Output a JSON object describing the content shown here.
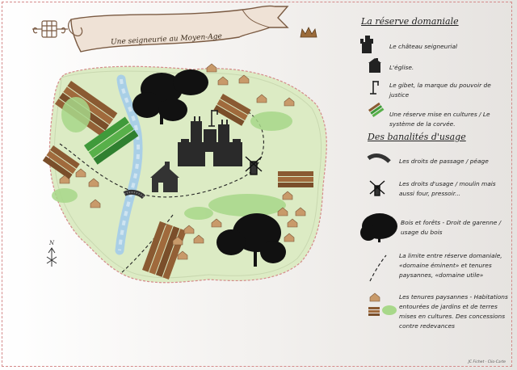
{
  "map": {
    "title": "Une seigneurie au Moyen-Age",
    "north_label": "N",
    "credit": "JC Fichet - Clio-Carte"
  },
  "legend": {
    "section1_title": "La réserve domaniale",
    "section1_items": [
      {
        "icon": "castle-icon",
        "text": "Le château seigneurial"
      },
      {
        "icon": "church-icon",
        "text": "L'église."
      },
      {
        "icon": "gallows-icon",
        "text": "Le gibet, la marque du pouvoir de justice"
      },
      {
        "icon": "reserve-fields-icon",
        "text": "Une réserve mise en cultures / Le système de la corvée."
      }
    ],
    "section2_title": "Des banalités d'usage",
    "section2_items": [
      {
        "icon": "bridge-icon",
        "text": "Les droits de passage / péage"
      },
      {
        "icon": "windmill-icon",
        "text": "Les droits d'usage / moulin mais aussi four, pressoir..."
      },
      {
        "icon": "forest-icon",
        "text": "Bois et forêts - Droit de garenne / usage du bois"
      },
      {
        "icon": "boundary-line-icon",
        "text": "La limite entre réserve domaniale, «domaine éminent» et tenures paysannes, «domaine utile»"
      },
      {
        "icon": "peasant-holdings-icon",
        "text": "Les tenures paysannes - Habitations entourées de jardins et de terres mises en cultures. Des concessions contre redevances"
      }
    ]
  },
  "colors": {
    "land": "#dcebc4",
    "river": "#a9cfe6",
    "fields_brown": "#8a5a32",
    "fields_green": "#3f9a3a",
    "border_dash": "#d58a8a",
    "banner": "#efe2d6"
  }
}
